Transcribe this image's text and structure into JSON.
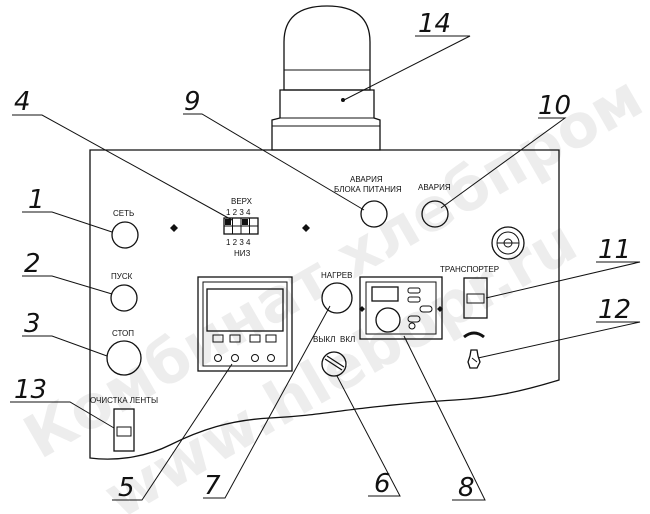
{
  "watermark": {
    "line1": "Комбинат хлебпром",
    "line2": "www.hlebopr.ru"
  },
  "panel_labels": {
    "set": "СЕТЬ",
    "pusk": "ПУСК",
    "stop": "СТОП",
    "ochistka": "ОЧИСТКА ЛЕНТЫ",
    "verh": "ВЕРХ",
    "niz": "НИЗ",
    "switch_digits": "1 2 3 4",
    "avaria_bp_line1": "АВАРИЯ",
    "avaria_bp_line2": "БЛОКА ПИТАНИЯ",
    "avaria": "АВАРИЯ",
    "nagrev": "НАГРЕВ",
    "vykl": "ВЫКЛ",
    "vkl": "ВКЛ",
    "transporter": "ТРАНСПОРТЕР"
  },
  "callouts": [
    "1",
    "2",
    "3",
    "4",
    "5",
    "6",
    "7",
    "8",
    "9",
    "10",
    "11",
    "12",
    "13",
    "14"
  ]
}
